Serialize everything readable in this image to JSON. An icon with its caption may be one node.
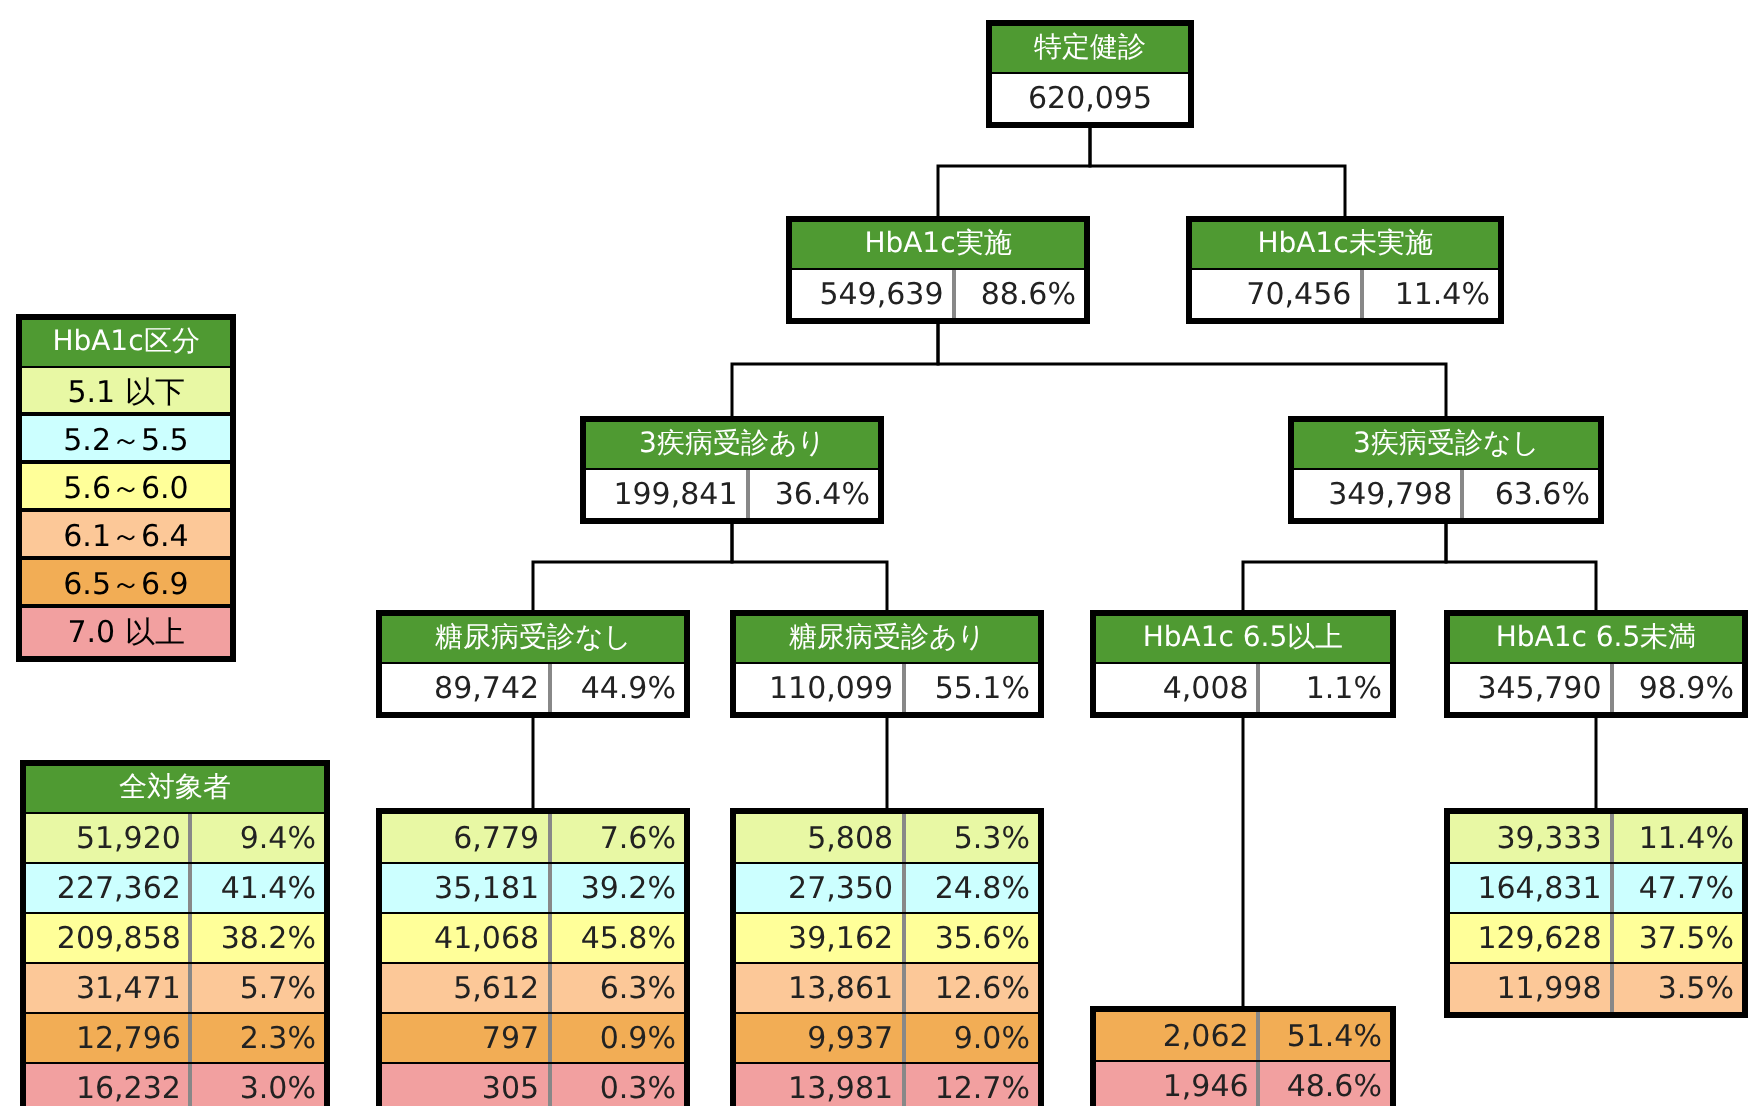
{
  "diagram": {
    "nodes": [
      {
        "text": [
          "特定健診",
          "620,095"
        ]
      },
      {
        "text": [
          "HbA1c実施",
          "549,639",
          "88.6%"
        ]
      },
      {
        "text": [
          "HbA1c未実施",
          "70,456",
          "11.4%"
        ]
      },
      {
        "text": [
          "3疾病受診あり",
          "199,841",
          "36.4%"
        ]
      },
      {
        "text": [
          "3疾病受診なし",
          "349,798",
          "63.6%"
        ]
      },
      {
        "text": [
          "糖尿病受診なし",
          "89,742",
          "44.9%"
        ]
      },
      {
        "text": [
          "糖尿病受診あり",
          "110,099",
          "55.1%"
        ]
      },
      {
        "text": [
          "HbA1c 6.5以上",
          "4,008",
          "1.1%"
        ]
      },
      {
        "text": [
          "HbA1c 6.5未満",
          "345,790",
          "98.9%"
        ]
      },
      {
        "text": [
          "全対象者",
          "51,920",
          "9.4%",
          "227,362",
          "41.4%",
          "209,858",
          "38.2%",
          "31,471",
          "5.7%",
          "12,796",
          "2.3%",
          "16,232",
          "3.0%"
        ]
      },
      {
        "text": [
          "6,779",
          "7.6%",
          "35,181",
          "39.2%",
          "41,068",
          "45.8%",
          "5,612",
          "6.3%",
          "797",
          "0.9%",
          "305",
          "0.3%"
        ]
      },
      {
        "text": [
          "5,808",
          "5.3%",
          "27,350",
          "24.8%",
          "39,162",
          "35.6%",
          "13,861",
          "12.6%",
          "9,937",
          "9.0%",
          "13,981",
          "12.7%"
        ]
      },
      {
        "text": [
          "2,062",
          "51.4%",
          "1,946",
          "48.6%"
        ]
      },
      {
        "text": [
          "39,333",
          "11.4%",
          "164,831",
          "47.7%",
          "129,628",
          "37.5%",
          "11,998",
          "3.5%"
        ]
      }
    ],
    "edges": [
      {
        "from": 0,
        "to": 1,
        "arrow": "none"
      },
      {
        "from": 0,
        "to": 2,
        "arrow": "none"
      },
      {
        "from": 1,
        "to": 3,
        "arrow": "none"
      },
      {
        "from": 1,
        "to": 4,
        "arrow": "none"
      },
      {
        "from": 3,
        "to": 5,
        "arrow": "none"
      },
      {
        "from": 3,
        "to": 6,
        "arrow": "none"
      },
      {
        "from": 4,
        "to": 7,
        "arrow": "none"
      },
      {
        "from": 4,
        "to": 8,
        "arrow": "none"
      },
      {
        "from": 5,
        "to": 10,
        "arrow": "none"
      },
      {
        "from": 6,
        "to": 11,
        "arrow": "none"
      },
      {
        "from": 7,
        "to": 12,
        "arrow": "none"
      },
      {
        "from": 8,
        "to": 13,
        "arrow": "none"
      }
    ],
    "labels": [
      "HbA1c区分"
    ],
    "legend": [
      {
        "text": "5.1 以下",
        "color": "#e8f8a4"
      },
      {
        "text": "5.2～5.5",
        "color": "#ccffff"
      },
      {
        "text": "5.6～6.0",
        "color": "#ffff99"
      },
      {
        "text": "6.1～6.4",
        "color": "#fcc898"
      },
      {
        "text": "6.5～6.9",
        "color": "#f2ad55"
      },
      {
        "text": "7.0 以上",
        "color": "#f2a0a0"
      }
    ]
  }
}
